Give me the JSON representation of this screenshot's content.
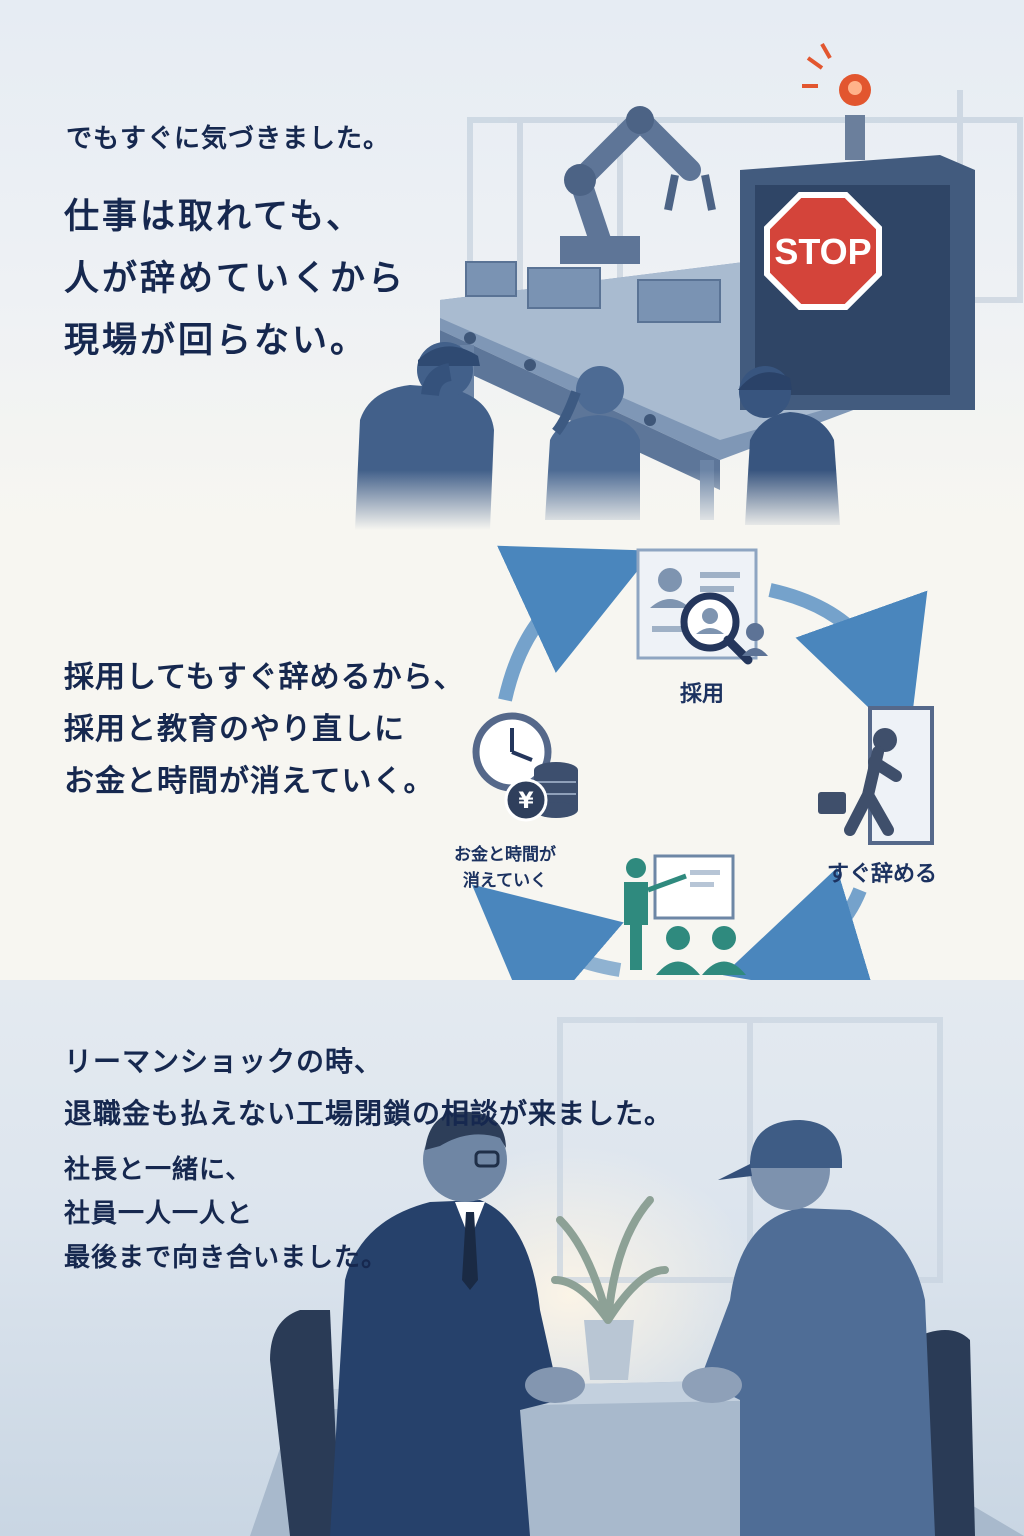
{
  "section1": {
    "lead": "でもすぐに気づきました。",
    "headline": [
      "仕事は取れても、",
      "人が辞めていくから",
      "現場が回らない。"
    ],
    "stop_sign": "STOP"
  },
  "section2": {
    "body": [
      "採用してもすぐ辞めるから、",
      "採用と教育のやり直しに",
      "お金と時間が消えていく。"
    ],
    "cycle": {
      "hire": "採用",
      "quit": "すぐ辞める",
      "train": "教育",
      "cost": [
        "お金と時間が",
        "消えていく"
      ],
      "yen_symbol": "¥"
    }
  },
  "section3": {
    "line1": "リーマンショックの時、",
    "line2": "退職金も払えない工場閉鎖の相談が来ました。",
    "rest": [
      "社長と一緒に、",
      "社員一人一人と",
      "最後まで向き合いました。"
    ]
  },
  "colors": {
    "navy_text": "#16284f",
    "steel_blue": "#4d6e98",
    "arrow_blue": "#4a86bd",
    "teal": "#2f8a7e",
    "stop_red": "#d4443a"
  }
}
